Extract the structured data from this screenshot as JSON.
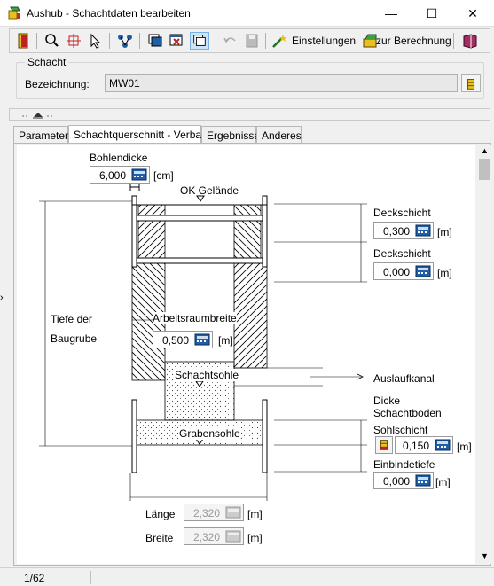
{
  "window": {
    "title": "Aushub - Schachtdaten bearbeiten",
    "minimize": "—",
    "maximize": "☐",
    "close": "✕"
  },
  "toolbar": {
    "settings_label": "Einstellungen",
    "calc_label": "zur Berechnung"
  },
  "schacht": {
    "group_title": "Schacht",
    "bezeichnung_label": "Bezeichnung:",
    "bezeichnung_value": "MW01"
  },
  "tabs": [
    {
      "label": "Parameter"
    },
    {
      "label": "Schachtquerschnitt - Verbaut"
    },
    {
      "label": "Ergebnisse"
    },
    {
      "label": "Anderes"
    }
  ],
  "diagram": {
    "bohlendicke_label": "Bohlendicke",
    "bohlendicke_value": "6,000",
    "bohlendicke_unit": "[cm]",
    "ok_gelaende": "OK Gelände",
    "deckschicht1_label": "Deckschicht",
    "deckschicht1_value": "0,300",
    "deckschicht2_label": "Deckschicht",
    "deckschicht2_value": "0,000",
    "unit_m": "[m]",
    "tiefe_label_1": "Tiefe der",
    "tiefe_label_2": "Baugrube",
    "arbeitsraum_label": "Arbeitsraumbreite",
    "arbeitsraum_value": "0,500",
    "schachtsohle": "Schachtsohle",
    "auslaufkanal": "Auslaufkanal",
    "dicke_1": "Dicke",
    "dicke_2": "Schachtboden",
    "sohlschicht_label": "Sohlschicht",
    "sohlschicht_value": "0,150",
    "grabensohle": "Grabensohle",
    "einbindetiefe_label": "Einbindetiefe",
    "einbindetiefe_value": "0,000",
    "laenge_label": "Länge",
    "laenge_value": "2,320",
    "breite_label": "Breite",
    "breite_value": "2,320"
  },
  "status": {
    "page": "1/62"
  },
  "colors": {
    "accent": "#0078d7",
    "icon_yellow": "#e8c020",
    "icon_red": "#c02020",
    "calc_blue": "#1f5fa8"
  }
}
